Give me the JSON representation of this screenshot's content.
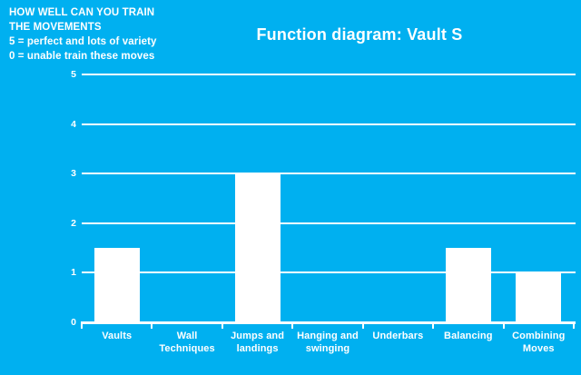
{
  "colors": {
    "background": "#00b0f0",
    "foreground": "#ffffff"
  },
  "annotation": {
    "lines": [
      "HOW WELL CAN YOU TRAIN",
      "THE MOVEMENTS",
      "5 = perfect and lots of variety",
      "0 = unable train these moves"
    ]
  },
  "chart_data": {
    "type": "bar",
    "title": "Function diagram: Vault S",
    "categories": [
      "Vaults",
      "Wall Techniques",
      "Jumps and landings",
      "Hanging and swinging",
      "Underbars",
      "Balancing",
      "Combining Moves"
    ],
    "category_label_lines": [
      [
        "Vaults"
      ],
      [
        "Wall",
        "Techniques"
      ],
      [
        "Jumps and",
        "landings"
      ],
      [
        "Hanging and",
        "swinging"
      ],
      [
        "Underbars"
      ],
      [
        "Balancing"
      ],
      [
        "Combining",
        "Moves"
      ]
    ],
    "values": [
      1.5,
      0,
      3,
      0,
      0,
      1.5,
      1
    ],
    "xlabel": "",
    "ylabel": "",
    "ylim": [
      0,
      5
    ],
    "yticks": [
      0,
      1,
      2,
      3,
      4,
      5
    ],
    "grid": "horizontal",
    "legend": "none",
    "bar_color": "#ffffff",
    "text_color": "#ffffff"
  }
}
